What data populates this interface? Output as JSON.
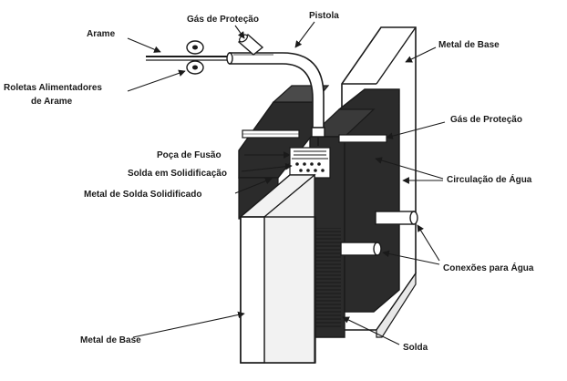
{
  "labels": {
    "arame": "Arame",
    "gas_protecao_top": "Gás de Proteção",
    "pistola": "Pistola",
    "metal_base_top": "Metal de Base",
    "roletas_line1": "Roletas Alimentadores",
    "roletas_line2": "de Arame",
    "gas_protecao_right": "Gás de Proteção",
    "poca_fusao": "Poça de Fusão",
    "solda_solidificacao": "Solda em Solidificação",
    "metal_solda_solidificado": "Metal de Solda Solidificado",
    "circulacao_agua": "Circulação de Água",
    "conexoes_agua": "Conexões para Água",
    "metal_base_bottom": "Metal de Base",
    "solda": "Solda"
  },
  "colors": {
    "ink": "#1a1a1a",
    "dark_fill": "#2b2b2b",
    "paper": "#ffffff",
    "light_fill": "#f2f2f2"
  }
}
